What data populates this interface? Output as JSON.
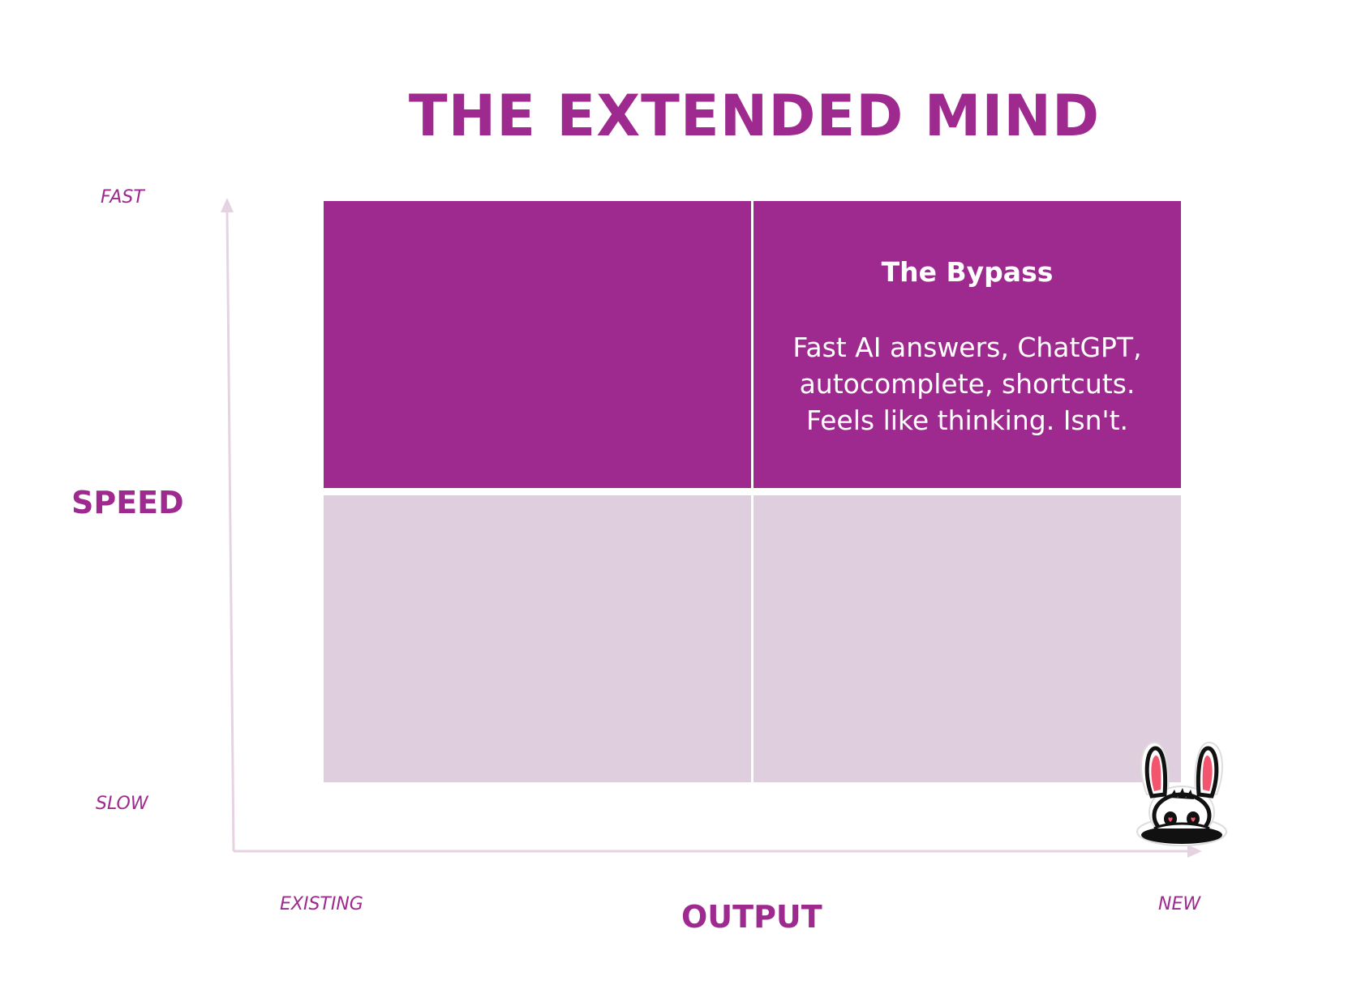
{
  "title": "THE EXTENDED MIND",
  "axes": {
    "y": {
      "label": "SPEED",
      "top": "FAST",
      "bottom": "SLOW"
    },
    "x": {
      "label": "OUTPUT",
      "left": "EXISTING",
      "right": "NEW"
    }
  },
  "quadrants": {
    "top_left": {
      "title": "",
      "body": ""
    },
    "top_right": {
      "title": "The Bypass",
      "body_lines": [
        "Fast AI answers, ChatGPT,",
        "autocomplete, shortcuts.",
        "Feels like thinking. Isn't."
      ]
    },
    "bottom_left": {
      "title": "",
      "body": ""
    },
    "bottom_right": {
      "title": "",
      "body": ""
    }
  },
  "colors": {
    "accent": "#9e2a8f",
    "quadrant_fast": "#9e2a8f",
    "quadrant_slow": "#dfcedd",
    "axis_line": "#e6d3e2"
  },
  "icons": {
    "mascot": "bunny-in-hole-icon"
  }
}
